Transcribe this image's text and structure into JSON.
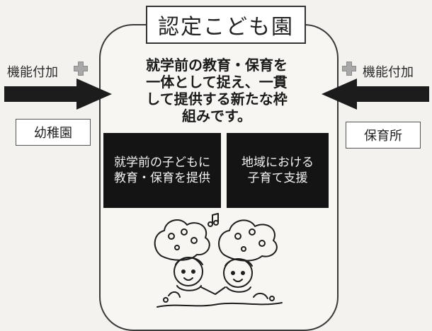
{
  "title": "認定こども園",
  "description": "就学前の教育・保育を\n一体として捉え、一貫\nして提供する新たな枠\n組みです。",
  "boxes": [
    {
      "text": "就学前の子どもに\n教育・保育を提供"
    },
    {
      "text": "地域における\n子育て支援"
    }
  ],
  "left": {
    "function_label": "機能付加",
    "institution": "幼稚園"
  },
  "right": {
    "function_label": "機能付加",
    "institution": "保育所"
  },
  "icons": [
    "plus-icon",
    "arrow-right-icon",
    "arrow-left-icon",
    "children-illustration"
  ]
}
